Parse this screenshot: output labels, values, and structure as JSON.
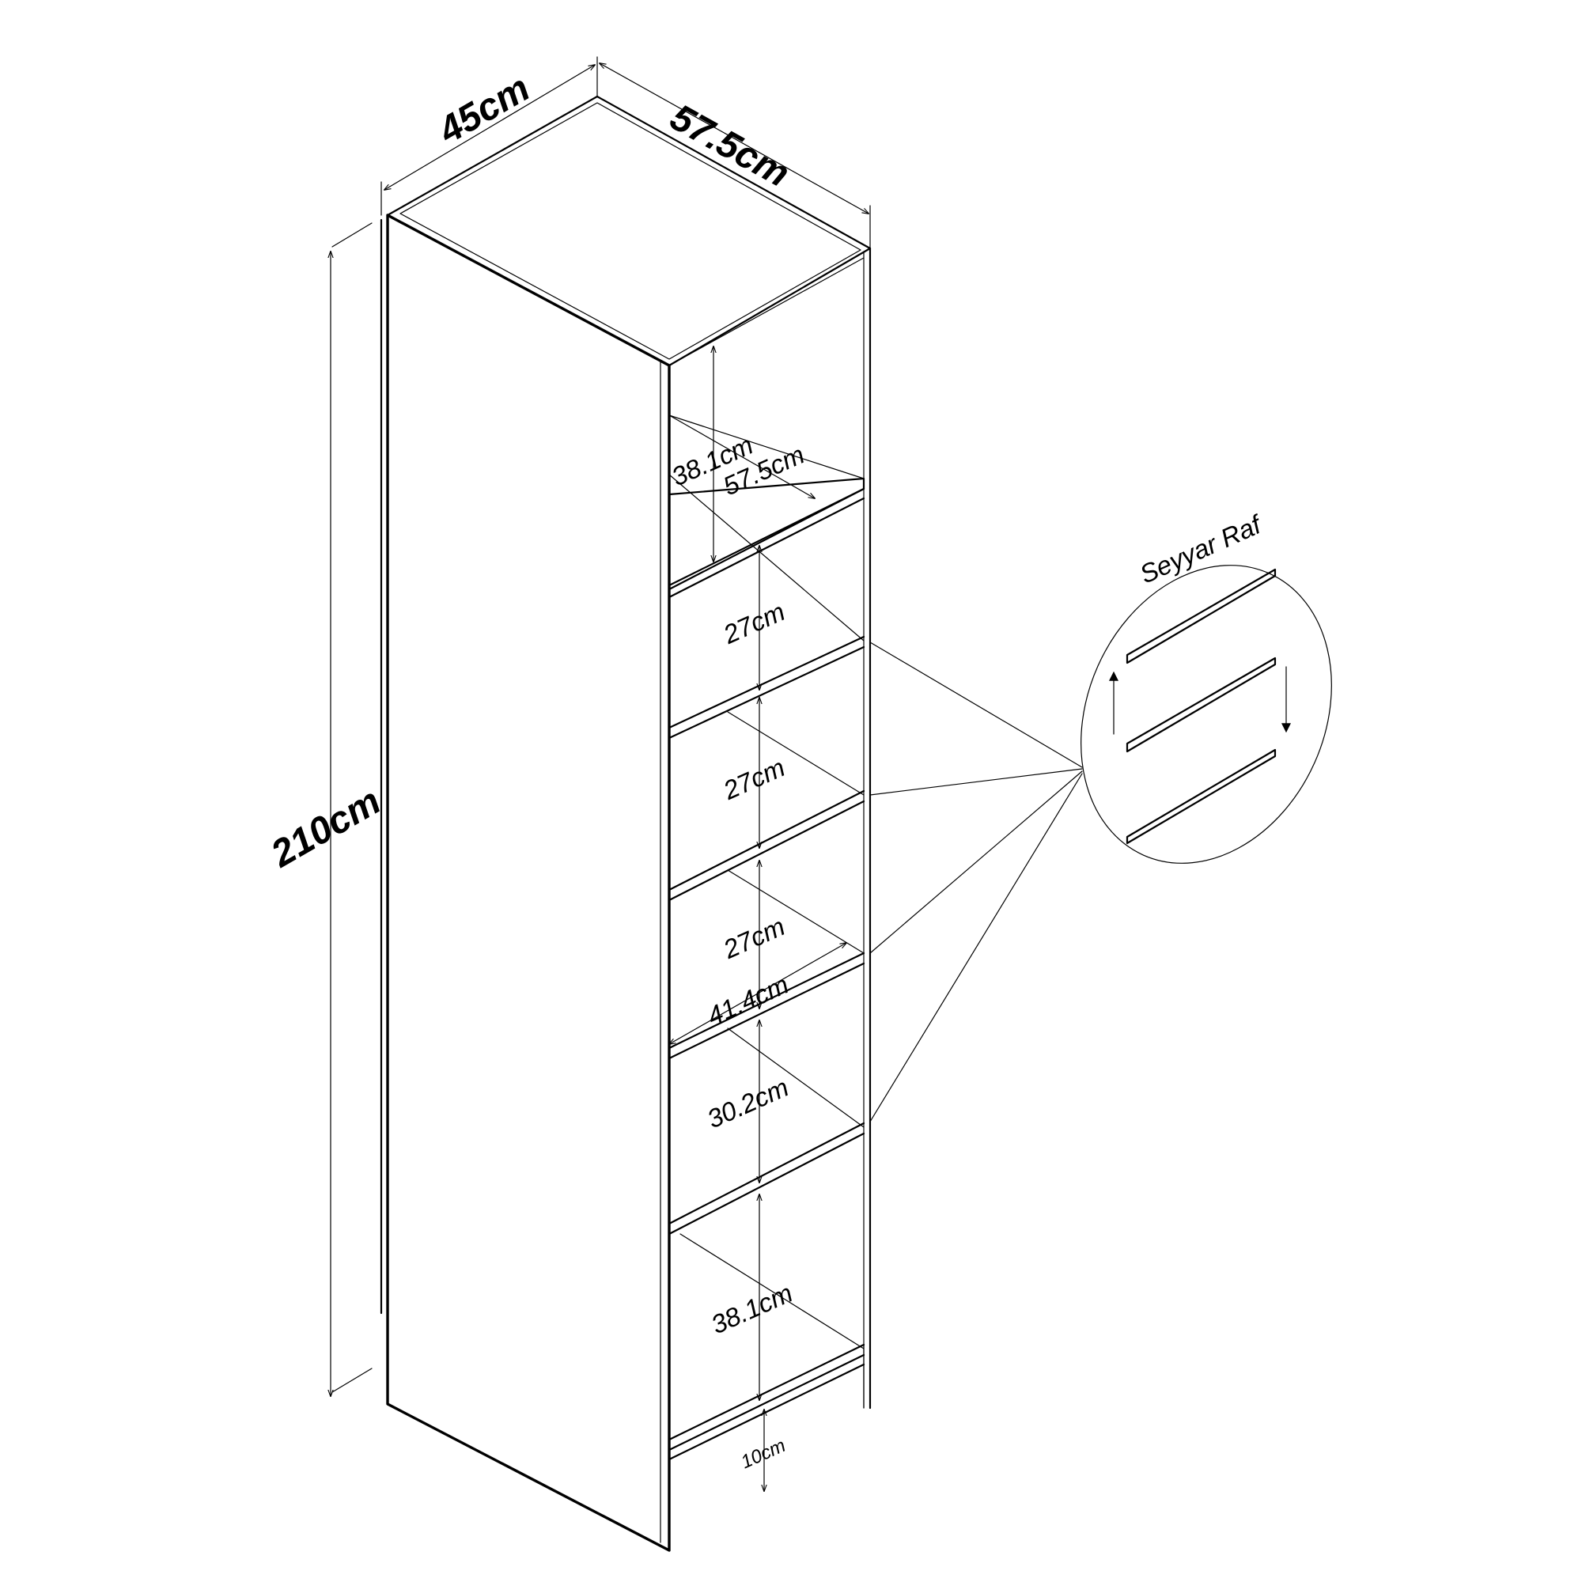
{
  "dimensions": {
    "width": "45cm",
    "depth": "57.5cm",
    "height": "210cm"
  },
  "interior": {
    "top_height": "38.1cm",
    "top_depth": "57.5cm",
    "compartment_2": "27cm",
    "compartment_3": "27cm",
    "compartment_4": "27cm",
    "shelf_depth": "41.4cm",
    "compartment_5": "30.2cm",
    "bottom_height": "38.1cm",
    "plinth": "10cm"
  },
  "detail": {
    "label": "Seyyar Raf"
  }
}
